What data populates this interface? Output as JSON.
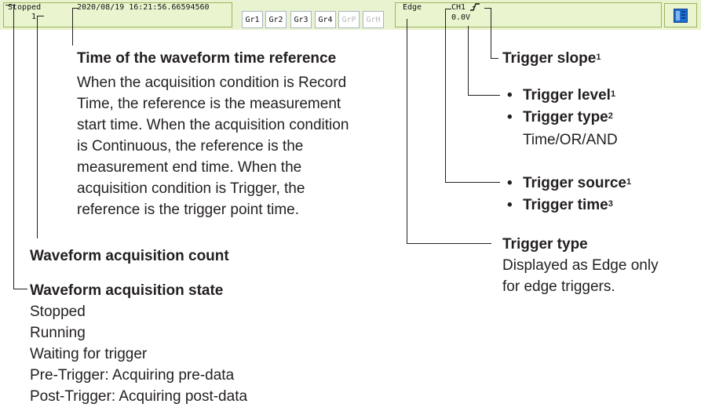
{
  "status_bar": {
    "state": "Stopped",
    "count": "1",
    "timestamp": "2020/08/19 16:21:56.66594560",
    "groups": [
      "Gr1",
      "Gr2",
      "Gr3",
      "Gr4",
      "GrP",
      "GrH"
    ],
    "disabled_groups": [
      "GrP",
      "GrH"
    ],
    "trigger_type": "Edge",
    "trigger_source": "CH1",
    "trigger_level": "0.0V",
    "menu_icon": "menu-icon"
  },
  "annotations": {
    "time_ref": {
      "title": "Time of the waveform time reference",
      "lines": [
        "When the acquisition condition is Record",
        "Time, the reference is the measurement",
        "start time. When the acquisition condition",
        "is Continuous, the reference is the",
        "measurement end time. When the",
        "acquisition condition is Trigger, the",
        "reference is the trigger point time."
      ]
    },
    "acq_count": "Waveform acquisition count",
    "acq_state": {
      "title": "Waveform acquisition state",
      "items": [
        "Stopped",
        "Running",
        "Waiting for trigger",
        "Pre-Trigger: Acquiring pre-data",
        "Post-Trigger: Acquiring post-data"
      ]
    },
    "trigger_slope": {
      "label": "Trigger slope",
      "note": "1"
    },
    "trigger_level": {
      "label": "Trigger level",
      "note": "1"
    },
    "trigger_type_item": {
      "label": "Trigger type",
      "note": "2",
      "detail": "Time/OR/AND"
    },
    "trigger_source": {
      "label": "Trigger source",
      "note": "1"
    },
    "trigger_time": {
      "label": "Trigger time",
      "note": "3"
    },
    "trigger_type_edge": {
      "title": "Trigger type",
      "lines": [
        "Displayed as Edge only",
        "for edge triggers."
      ]
    }
  },
  "colors": {
    "bar_bg": "#e9f3cf",
    "border": "#9db55a",
    "icon_blue": "#1f6fd1"
  }
}
